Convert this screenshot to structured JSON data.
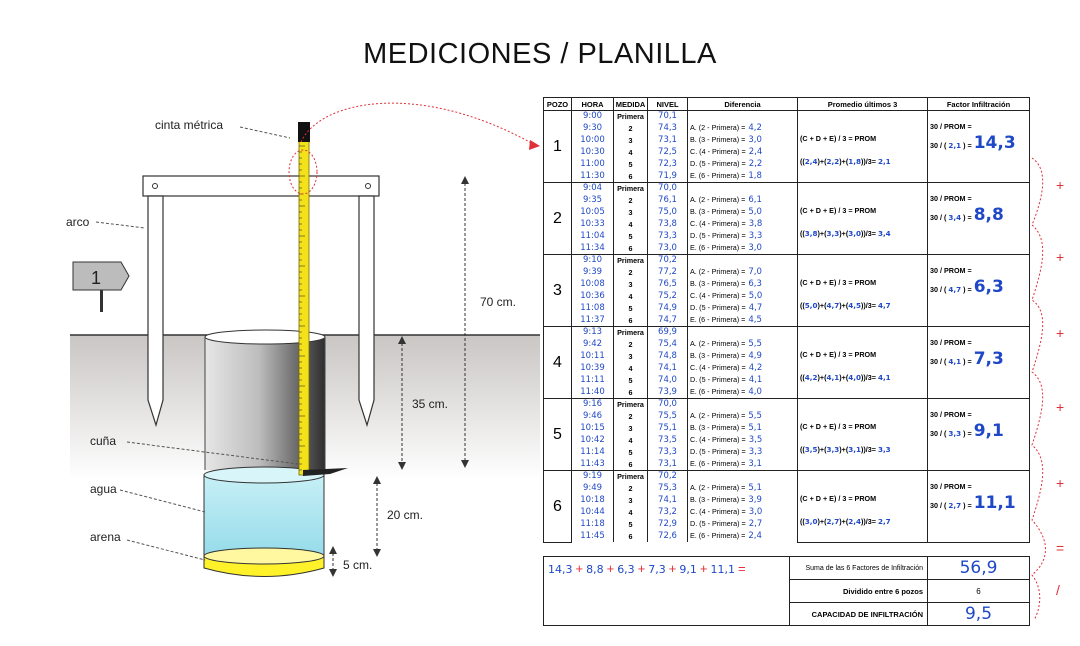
{
  "title": "MEDICIONES / PLANILLA",
  "diagram": {
    "labels": {
      "cinta": "cinta métrica",
      "arco": "arco",
      "cuna": "cuña",
      "agua": "agua",
      "arena": "arena",
      "stake": "1",
      "d70": "70 cm.",
      "d35": "35 cm.",
      "d20": "20 cm.",
      "d5": "5 cm."
    }
  },
  "table": {
    "headers": [
      "POZO",
      "HORA",
      "MEDIDA",
      "NIVEL",
      "Diferencia",
      "Promedio últimos 3",
      "Factor Infiltración"
    ],
    "formula_prom": "(C + D + E) / 3 = PROM",
    "formula_factor": "30 / PROM =",
    "diff_labels": [
      "A. (2 - Primera) =",
      "B. (3 - Primera) =",
      "C. (4 - Primera) =",
      "D. (5 - Primera) =",
      "E. (6 - Primera) ="
    ],
    "pozos": [
      {
        "num": "1",
        "rows": [
          [
            "9:00",
            "Primera",
            "70,1"
          ],
          [
            "9:30",
            "2",
            "74,3"
          ],
          [
            "10:00",
            "3",
            "73,1"
          ],
          [
            "10:30",
            "4",
            "72,5"
          ],
          [
            "11:00",
            "5",
            "72,3"
          ],
          [
            "11:30",
            "6",
            "71,9"
          ]
        ],
        "diffs": [
          "4,2",
          "3,0",
          "2,4",
          "2,2",
          "1,8"
        ],
        "c": "2,4",
        "d": "2,2",
        "e": "1,8",
        "prom": "2,1",
        "factor": "14,3"
      },
      {
        "num": "2",
        "rows": [
          [
            "9:04",
            "Primera",
            "70,0"
          ],
          [
            "9:35",
            "2",
            "76,1"
          ],
          [
            "10:05",
            "3",
            "75,0"
          ],
          [
            "10:33",
            "4",
            "73,8"
          ],
          [
            "11:04",
            "5",
            "73,3"
          ],
          [
            "11:34",
            "6",
            "73,0"
          ]
        ],
        "diffs": [
          "6,1",
          "5,0",
          "3,8",
          "3,3",
          "3,0"
        ],
        "c": "3,8",
        "d": "3,3",
        "e": "3,0",
        "prom": "3,4",
        "factor": "8,8"
      },
      {
        "num": "3",
        "rows": [
          [
            "9:10",
            "Primera",
            "70,2"
          ],
          [
            "9:39",
            "2",
            "77,2"
          ],
          [
            "10:08",
            "3",
            "76,5"
          ],
          [
            "10:36",
            "4",
            "75,2"
          ],
          [
            "11:08",
            "5",
            "74,9"
          ],
          [
            "11:37",
            "6",
            "74,7"
          ]
        ],
        "diffs": [
          "7,0",
          "6,3",
          "5,0",
          "4,7",
          "4,5"
        ],
        "c": "5,0",
        "d": "4,7",
        "e": "4,5",
        "prom": "4,7",
        "factor": "6,3"
      },
      {
        "num": "4",
        "rows": [
          [
            "9:13",
            "Primera",
            "69,9"
          ],
          [
            "9:42",
            "2",
            "75,4"
          ],
          [
            "10:11",
            "3",
            "74,8"
          ],
          [
            "10:39",
            "4",
            "74,1"
          ],
          [
            "11:11",
            "5",
            "74,0"
          ],
          [
            "11:40",
            "6",
            "73,9"
          ]
        ],
        "diffs": [
          "5,5",
          "4,9",
          "4,2",
          "4,1",
          "4,0"
        ],
        "c": "4,2",
        "d": "4,1",
        "e": "4,0",
        "prom": "4,1",
        "factor": "7,3"
      },
      {
        "num": "5",
        "rows": [
          [
            "9:16",
            "Primera",
            "70,0"
          ],
          [
            "9:46",
            "2",
            "75,5"
          ],
          [
            "10:15",
            "3",
            "75,1"
          ],
          [
            "10:42",
            "4",
            "73,5"
          ],
          [
            "11:14",
            "5",
            "73,3"
          ],
          [
            "11:43",
            "6",
            "73,1"
          ]
        ],
        "diffs": [
          "5,5",
          "5,1",
          "3,5",
          "3,3",
          "3,1"
        ],
        "c": "3,5",
        "d": "3,3",
        "e": "3,1",
        "prom": "3,3",
        "factor": "9,1"
      },
      {
        "num": "6",
        "rows": [
          [
            "9:19",
            "Primera",
            "70,2"
          ],
          [
            "9:49",
            "2",
            "75,3"
          ],
          [
            "10:18",
            "3",
            "74,1"
          ],
          [
            "10:44",
            "4",
            "73,2"
          ],
          [
            "11:18",
            "5",
            "72,9"
          ],
          [
            "11:45",
            "6",
            "72,6"
          ]
        ],
        "diffs": [
          "5,1",
          "3,9",
          "3,0",
          "2,7",
          "2,4"
        ],
        "c": "3,0",
        "d": "2,7",
        "e": "2,4",
        "prom": "2,7",
        "factor": "11,1"
      }
    ]
  },
  "summary": {
    "factors": [
      "14,3",
      "8,8",
      "6,3",
      "7,3",
      "9,1",
      "11,1"
    ],
    "suma_label": "Suma de las 6 Factores de Infiltración",
    "suma_value": "56,9",
    "div_label": "Dividido entre 6 pozos",
    "div_value": "6",
    "cap_label": "CAPACIDAD DE INFILTRACIÓN",
    "cap_value": "9,5"
  },
  "annotations": {
    "plus": "+",
    "equals": "=",
    "slash": "/"
  }
}
